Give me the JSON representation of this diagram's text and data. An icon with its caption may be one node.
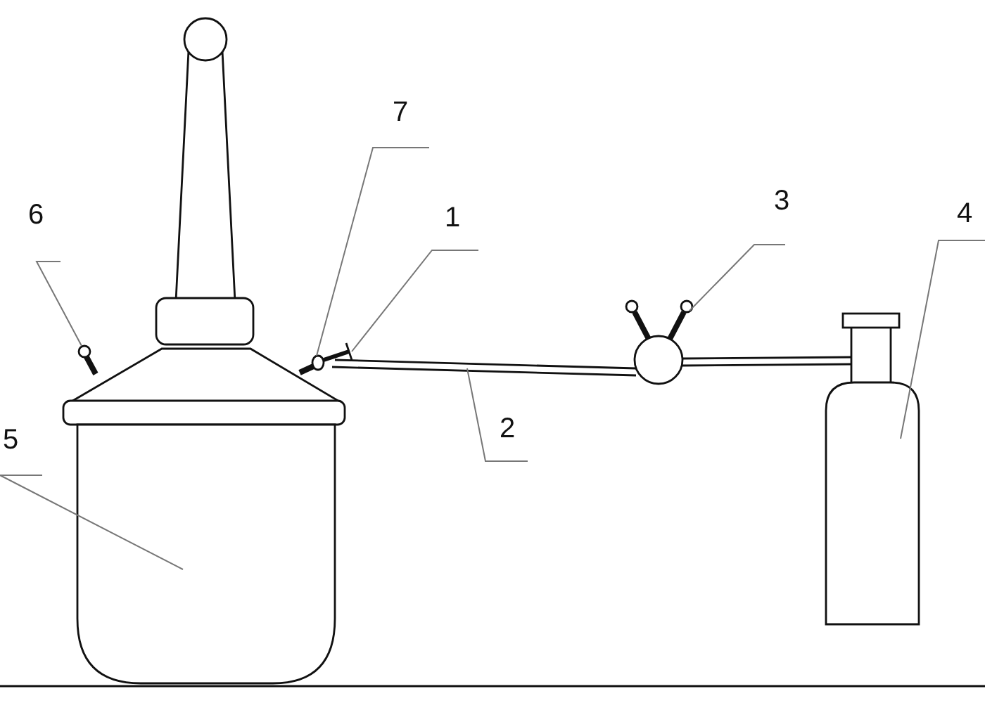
{
  "diagram": {
    "nodes": [
      {
        "text": [
          "1"
        ]
      },
      {
        "text": [
          "2"
        ]
      },
      {
        "text": [
          "3"
        ]
      },
      {
        "text": [
          "4"
        ]
      },
      {
        "text": [
          "5"
        ]
      },
      {
        "text": [
          "6"
        ]
      },
      {
        "text": [
          "7"
        ]
      },
      {
        "text": [],
        "shape": "valve"
      },
      {
        "text": [],
        "shape": "pipe"
      },
      {
        "text": [],
        "shape": "valve"
      },
      {
        "text": [],
        "shape": "cylinder"
      },
      {
        "text": [],
        "shape": "tank"
      },
      {
        "text": [],
        "shape": "valve"
      },
      {
        "text": [],
        "shape": "nozzle"
      }
    ],
    "edges": [
      {
        "from": 0,
        "to": 7,
        "arrow": "none"
      },
      {
        "from": 1,
        "to": 8,
        "arrow": "none"
      },
      {
        "from": 2,
        "to": 9,
        "arrow": "none"
      },
      {
        "from": 3,
        "to": 10,
        "arrow": "none"
      },
      {
        "from": 4,
        "to": 11,
        "arrow": "none"
      },
      {
        "from": 5,
        "to": 12,
        "arrow": "none"
      },
      {
        "from": 6,
        "to": 13,
        "arrow": "none"
      }
    ]
  }
}
